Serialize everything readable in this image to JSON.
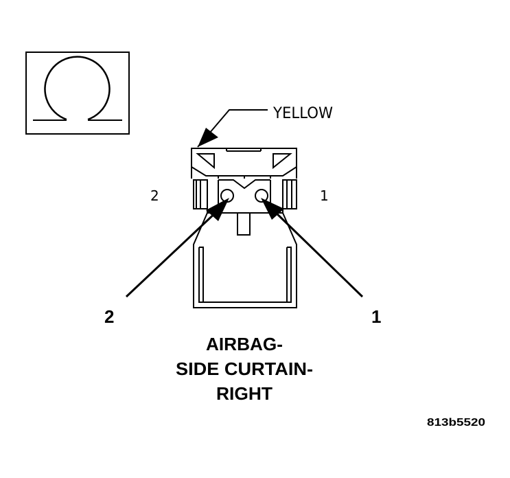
{
  "wire_color_label": "YELLOW",
  "cavity_labels": {
    "left": "2",
    "right": "1"
  },
  "pin_callouts": {
    "left": "2",
    "right": "1"
  },
  "title_lines": [
    "AIRBAG-",
    "SIDE CURTAIN-",
    "RIGHT"
  ],
  "figure_id": "813b5520",
  "symbol": "ohm-symbol"
}
